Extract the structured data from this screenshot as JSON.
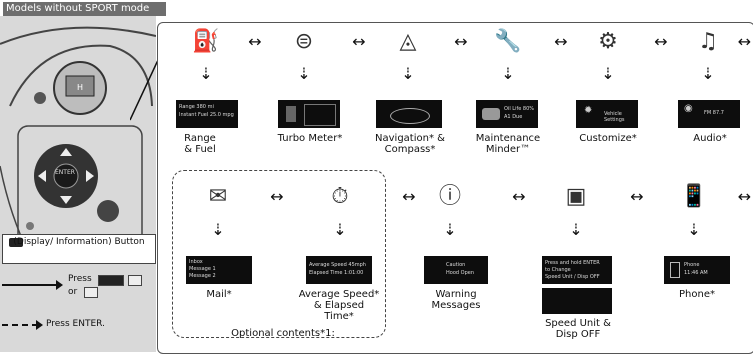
{
  "header_tag": "Models without SPORT mode",
  "left_panel": {
    "button_caption": "(Display/ Information) Button",
    "dpad_center": "ENTER",
    "legend_press": "Press",
    "legend_or": "or",
    "legend_press_enter": "Press ENTER."
  },
  "row1": [
    {
      "icon": "fuel-pump-icon",
      "label": "Range & Fuel"
    },
    {
      "icon": "turbo-icon",
      "label": "Turbo Meter*"
    },
    {
      "icon": "compass-icon",
      "label": "Navigation* & Compass*"
    },
    {
      "icon": "wrench-icon",
      "label": "Maintenance Minder™"
    },
    {
      "icon": "gear-icon",
      "label": "Customize*"
    },
    {
      "icon": "music-note-icon",
      "label": "Audio*"
    }
  ],
  "row2": [
    {
      "icon": "envelope-icon",
      "label": "Mail*"
    },
    {
      "icon": "speed-time-icon",
      "label": "Average Speed* & Elapsed Time*"
    },
    {
      "icon": "warning-icon",
      "label": "Warning Messages"
    },
    {
      "icon": "screens-icon",
      "label": "Speed Unit & Disp OFF"
    },
    {
      "icon": "phone-icon",
      "label": "Phone*"
    }
  ],
  "optional_contents": "Optional contents*1:",
  "screens": {
    "range": [
      "Range 380 mi",
      "Instant Fuel 25.0 mpg"
    ],
    "maintenance": [
      "Oil Life 80%",
      "A1 Due"
    ],
    "customize": [
      "Vehicle Settings"
    ],
    "audio": [
      "FM 87.7"
    ],
    "mail": [
      "Inbox",
      "Message 1",
      "Message 2"
    ],
    "avg_speed": [
      "Average Speed 45mph",
      "Elapsed Time 1:01:00"
    ],
    "warning": [
      "Caution",
      "Hood Open"
    ],
    "speed_unit": [
      "Press and hold ENTER",
      "to Change",
      "Speed Unit / Disp OFF"
    ],
    "phone": [
      "Phone",
      "11:46 AM"
    ]
  },
  "double_arrow": "↔",
  "down_arrow": "⇣"
}
